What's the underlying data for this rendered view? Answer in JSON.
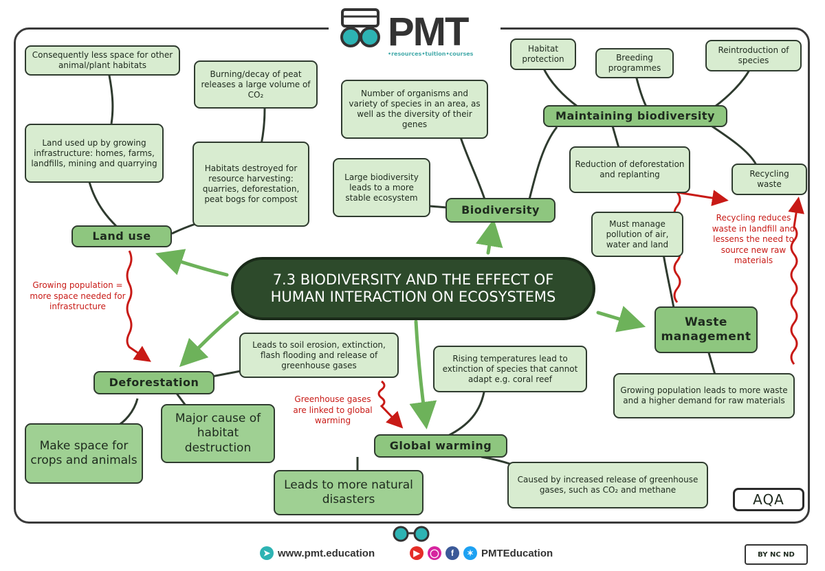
{
  "header": {
    "logo_text": "PMT",
    "logo_tagline": "•resources•tuition•courses"
  },
  "center_title": "7.3 BIODIVERSITY AND THE EFFECT OF HUMAN INTERACTION ON ECOSYSTEMS",
  "hubs": {
    "land_use": "Land use",
    "biodiversity": "Biodiversity",
    "maintaining": "Maintaining biodiversity",
    "waste": "Waste management",
    "deforestation": "Deforestation",
    "global_warming": "Global warming"
  },
  "nodes": {
    "less_space": "Consequently less space for other animal/plant habitats",
    "land_used_up": "Land used up by growing infrastructure: homes, farms, landfills, mining and quarrying",
    "peat": "Burning/decay of peat releases a large volume of CO₂",
    "habitats_destroyed": "Habitats destroyed for resource harvesting: quarries, deforestation, peat bogs for compost",
    "number_organisms": "Number of organisms and variety of species in an area, as well as the diversity of their genes",
    "large_biodiversity": "Large biodiversity leads to a more stable ecosystem",
    "habitat_protection": "Habitat protection",
    "breeding": "Breeding programmes",
    "reintroduction": "Reintroduction of species",
    "reduction_deforestation": "Reduction of deforestation and replanting",
    "recycling_waste": "Recycling waste",
    "must_manage": "Must manage pollution of air, water and land",
    "growing_population_waste": "Growing population leads to more waste and a higher demand for raw materials",
    "soil_erosion": "Leads to soil erosion, extinction, flash flooding and release of greenhouse gases",
    "make_space": "Make space for crops and animals",
    "major_cause": "Major cause of habitat destruction",
    "rising_temps": "Rising temperatures lead to extinction of species that cannot adapt e.g. coral reef",
    "natural_disasters": "Leads to more natural disasters",
    "caused_by": "Caused by increased release of greenhouse gases, such as CO₂ and methane"
  },
  "notes": {
    "growing_population": "Growing population = more space needed for infrastructure",
    "greenhouse_linked": "Greenhouse gases are linked to global warming",
    "recycling_reduces": "Recycling reduces waste in landfill and lessens the need to source new raw materials"
  },
  "badge": "AQA",
  "footer": {
    "website": "www.pmt.education",
    "social": "PMTEducation",
    "license": "BY NC ND"
  },
  "colors": {
    "dark": "#2d4a2b",
    "hub": "#8ec67f",
    "light": "#d8ecd0",
    "arrow": "#6db25a",
    "note": "#c81a16"
  }
}
